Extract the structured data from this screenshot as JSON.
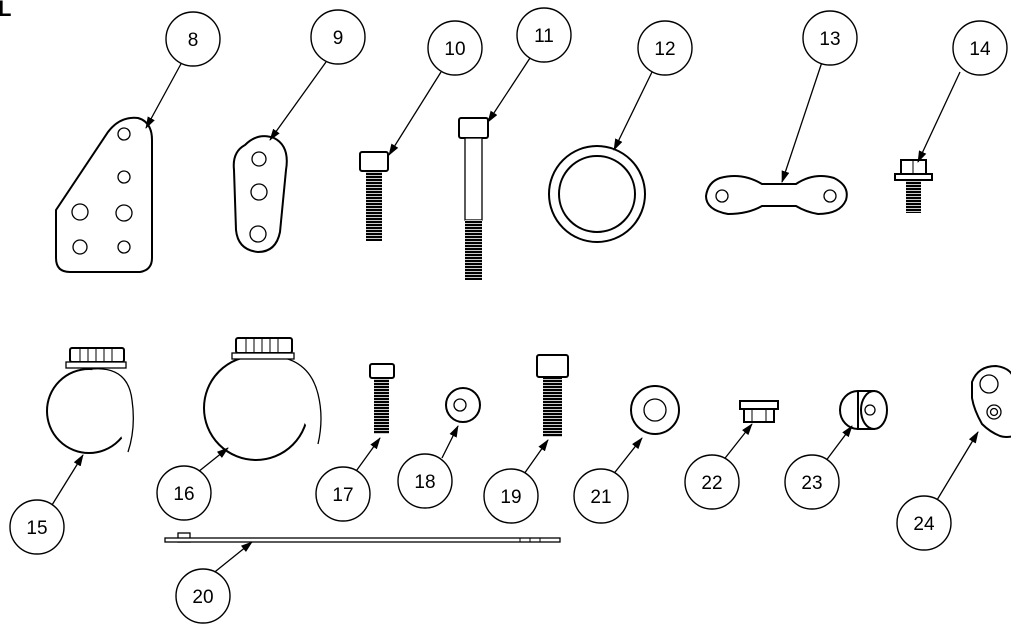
{
  "corner_letter": "L",
  "callouts": {
    "c8": "8",
    "c9": "9",
    "c10": "10",
    "c11": "11",
    "c12": "12",
    "c13": "13",
    "c14": "14",
    "c15": "15",
    "c16": "16",
    "c17": "17",
    "c18": "18",
    "c19": "19",
    "c20": "20",
    "c21": "21",
    "c22": "22",
    "c23": "23",
    "c24": "24"
  }
}
